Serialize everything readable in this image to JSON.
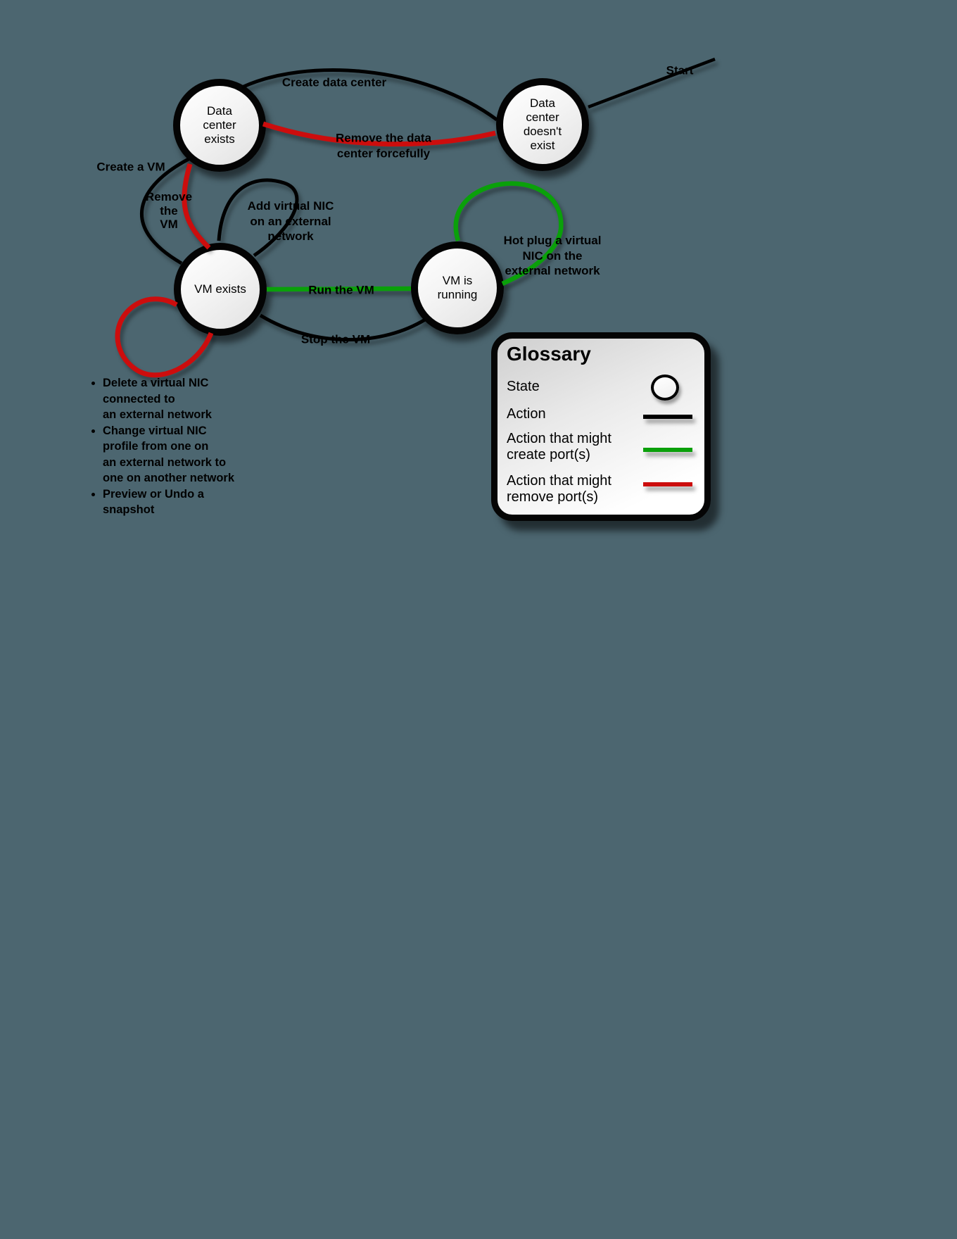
{
  "page": {
    "background": "#4c6670"
  },
  "colors": {
    "action_black": "#000000",
    "create_green": "#0aa00a",
    "remove_red": "#cc0d0d"
  },
  "start": {
    "label": "Start"
  },
  "states": [
    {
      "id": "data-center-exists",
      "label": "Data\ncenter\nexists"
    },
    {
      "id": "data-center-doesnt-exist",
      "label": "Data\ncenter\ndoesn't\nexist"
    },
    {
      "id": "vm-exists",
      "label": "VM exists"
    },
    {
      "id": "vm-is-running",
      "label": "VM is\nrunning"
    }
  ],
  "edges": [
    {
      "id": "create-data-center",
      "label": "Create data center",
      "type": "action"
    },
    {
      "id": "remove-data-center-forcefully",
      "label": "Remove the data\ncenter forcefully",
      "type": "remove"
    },
    {
      "id": "create-a-vm",
      "label": "Create a VM",
      "type": "action"
    },
    {
      "id": "remove-the-vm",
      "label": "Remove\nthe\nVM",
      "type": "remove"
    },
    {
      "id": "add-virtual-nic",
      "label": "Add virtual NIC\non an external\nnetwork",
      "type": "action"
    },
    {
      "id": "run-the-vm",
      "label": "Run the VM",
      "type": "create"
    },
    {
      "id": "stop-the-vm",
      "label": "Stop the VM",
      "type": "action"
    },
    {
      "id": "hot-plug-virtual-nic",
      "label": "Hot plug a virtual\nNIC on the\nexternal network",
      "type": "create"
    }
  ],
  "notes": {
    "items": [
      "Delete a virtual NIC\nconnected to\nan external network",
      "Change virtual NIC\nprofile from one on\nan external network to\none on another network",
      "Preview or Undo a\nsnapshot"
    ]
  },
  "glossary": {
    "title": "Glossary",
    "rows": [
      {
        "label": "State",
        "icon": "state-circle-icon"
      },
      {
        "label": "Action",
        "icon": "black-arrow-icon"
      },
      {
        "label": "Action that might\ncreate port(s)",
        "icon": "green-arrow-icon"
      },
      {
        "label": "Action that might\nremove  port(s)",
        "icon": "red-arrow-icon"
      }
    ]
  }
}
